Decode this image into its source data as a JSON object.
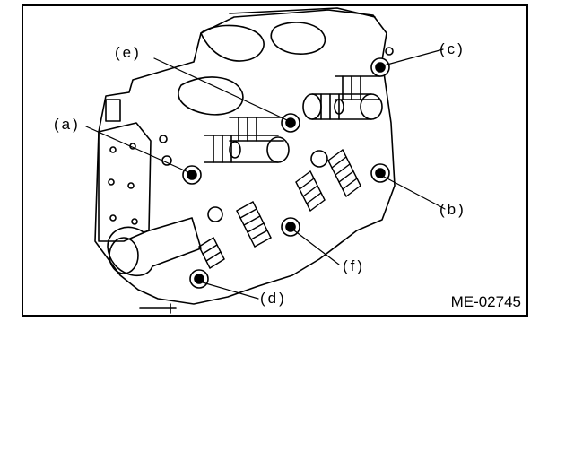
{
  "figure": {
    "code": "ME-02745",
    "callouts": {
      "a": "(a)",
      "b": "(b)",
      "c": "(c)",
      "d": "(d)",
      "e": "(e)",
      "f": "(f)"
    }
  }
}
